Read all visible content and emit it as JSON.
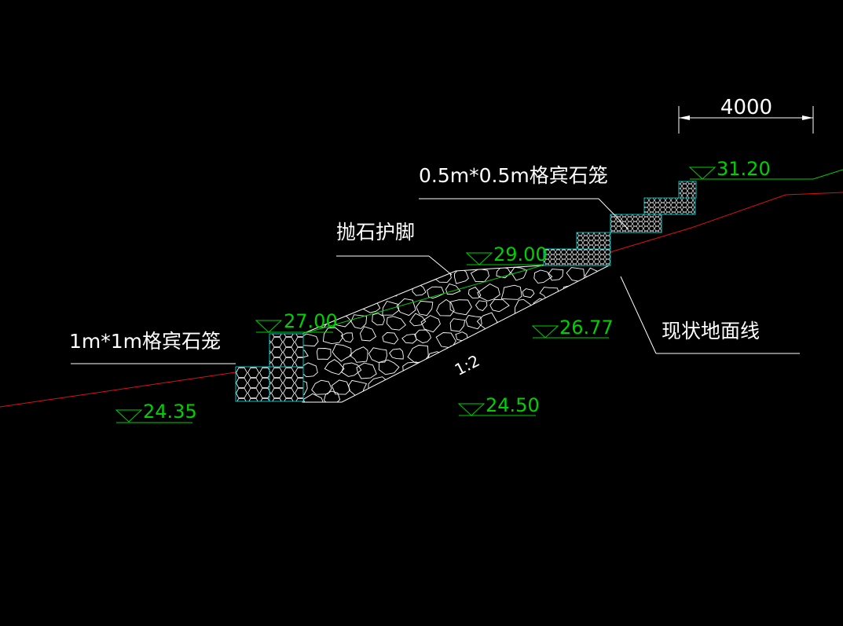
{
  "labels": {
    "dimension": "4000",
    "small_gabion": "0.5m*0.5m格宾石笼",
    "riprap": "抛石护脚",
    "large_gabion": "1m*1m格宾石笼",
    "ground_line": "现状地面线",
    "slope_ratio": "1:2"
  },
  "elevations": {
    "top": "31.20",
    "riprap_top": "29.00",
    "gabion_top": "27.00",
    "mid": "26.77",
    "bottom": "24.50",
    "left": "24.35"
  },
  "colors": {
    "background": "#000000",
    "lines": "#ffffff",
    "elevation": "#00d000",
    "ground": "#e01010",
    "gabion_fill": "#00c0c0"
  }
}
